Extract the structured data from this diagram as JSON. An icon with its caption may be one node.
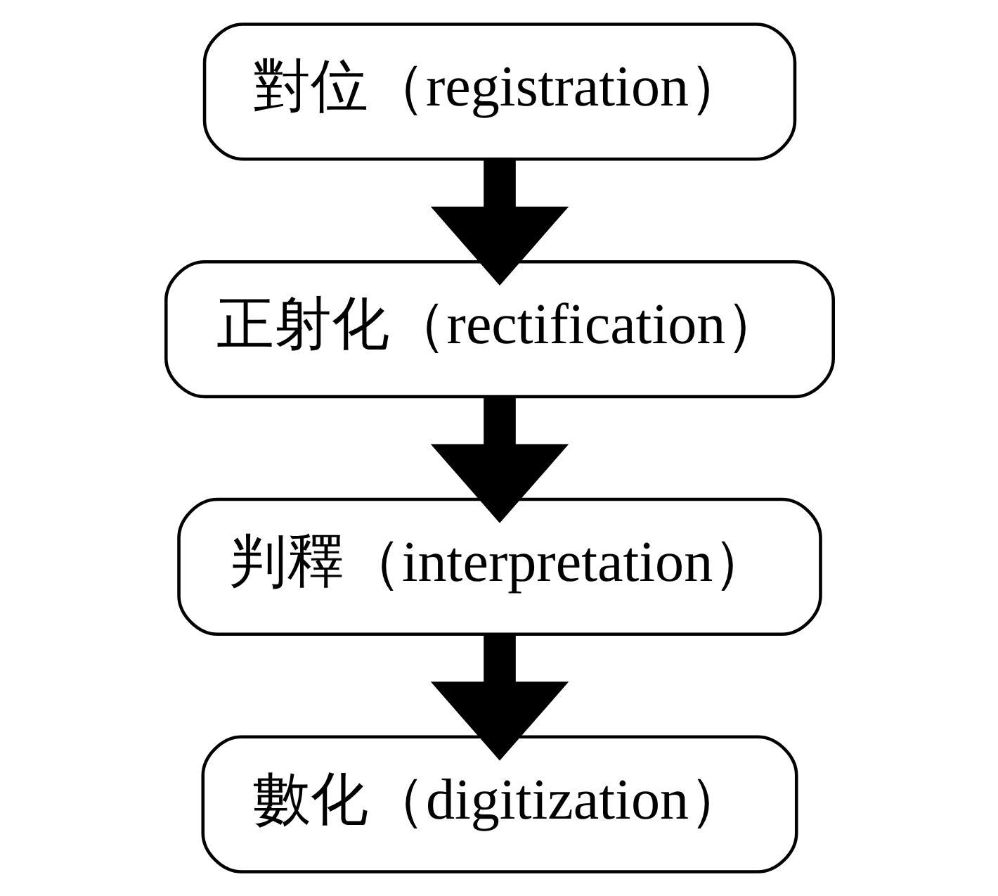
{
  "diagram": {
    "nodes": [
      {
        "text": [
          "對位（registration）"
        ]
      },
      {
        "text": [
          "正射化（rectification）"
        ]
      },
      {
        "text": [
          "判釋（interpretation）"
        ]
      },
      {
        "text": [
          "數化（digitization）"
        ]
      }
    ],
    "edges": [
      {
        "from": 0,
        "to": 1,
        "arrow": "to"
      },
      {
        "from": 1,
        "to": 2,
        "arrow": "to"
      },
      {
        "from": 2,
        "to": 3,
        "arrow": "to"
      }
    ]
  }
}
